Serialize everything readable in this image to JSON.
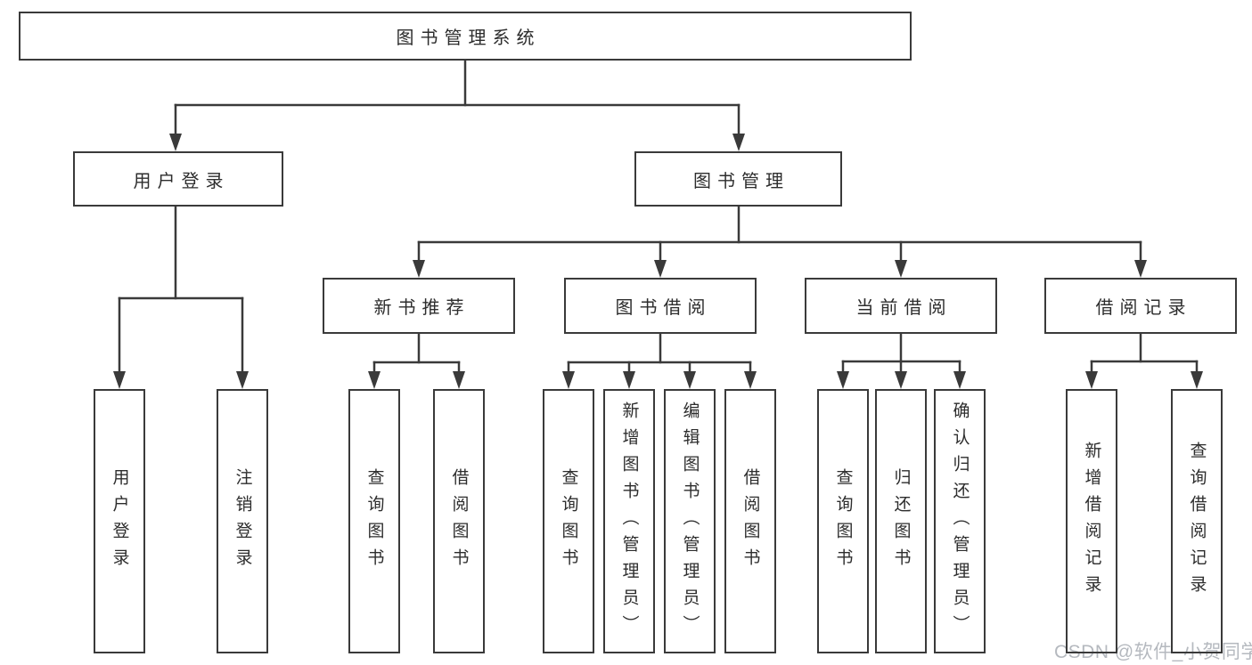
{
  "diagram": {
    "root": {
      "label": "图书管理系统"
    },
    "level2": [
      {
        "label": "用户登录"
      },
      {
        "label": "图书管理"
      }
    ],
    "level3": [
      {
        "label": "新书推荐"
      },
      {
        "label": "图书借阅"
      },
      {
        "label": "当前借阅"
      },
      {
        "label": "借阅记录"
      }
    ],
    "leaves": {
      "user_login": [
        "用户登录",
        "注销登录"
      ],
      "new_books": [
        "查询图书",
        "借阅图书"
      ],
      "book_borrow": [
        "查询图书",
        "新增图书（管理员）",
        "编辑图书（管理员）",
        "借阅图书"
      ],
      "current_borrow": [
        "查询图书",
        "归还图书",
        "确认归还（管理员）"
      ],
      "borrow_records": [
        "新增借阅记录",
        "查询借阅记录"
      ]
    }
  },
  "watermark": {
    "text": "CSDN @软件_小贺同学"
  },
  "colors": {
    "line": "#3a3a3a",
    "text": "#2d2d2d",
    "background": "#ffffff",
    "watermark": "#b5b9bf"
  }
}
